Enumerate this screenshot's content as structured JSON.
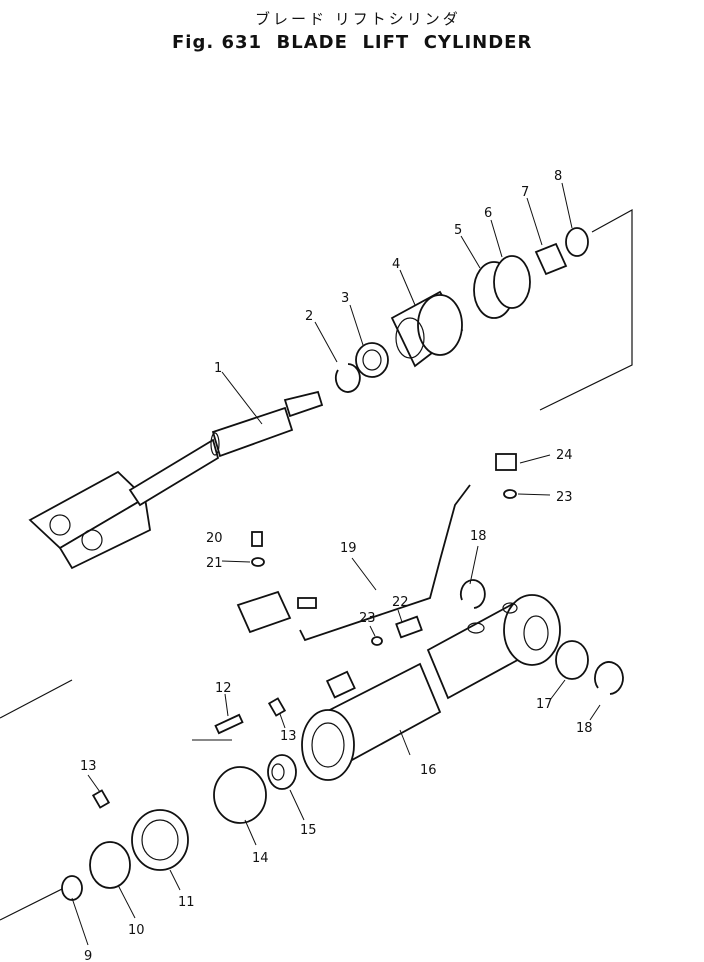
{
  "title_jp": "ブレード リフトシリンダ",
  "title_en": "Fig. 631  BLADE  LIFT  CYLINDER",
  "callouts": [
    "1",
    "2",
    "3",
    "4",
    "5",
    "6",
    "7",
    "8",
    "9",
    "10",
    "11",
    "12",
    "13",
    "13",
    "14",
    "15",
    "16",
    "17",
    "18",
    "18",
    "19",
    "20",
    "21",
    "22",
    "23",
    "23",
    "24"
  ]
}
